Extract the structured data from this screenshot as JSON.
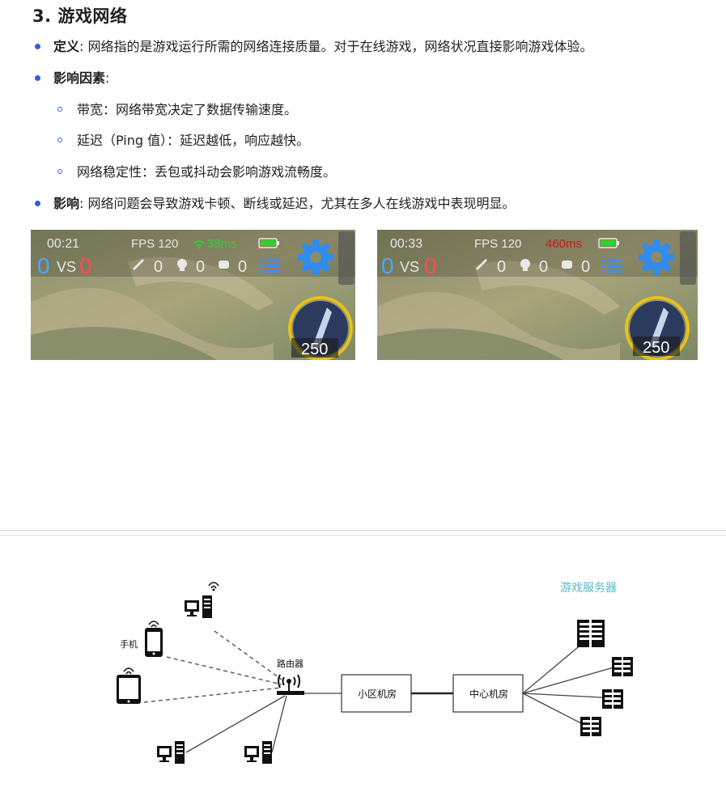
{
  "section": {
    "title": "3. 游戏网络"
  },
  "items": [
    {
      "label": "定义",
      "sep": ":",
      "text": "网络指的是游戏运行所需的网络连接质量。对于在线游戏，网络状况直接影响游戏体验。"
    },
    {
      "label": "影响因素",
      "sep": ":",
      "text": ""
    },
    {
      "label": "影响",
      "sep": ":",
      "text": "网络问题会导致游戏卡顿、断线或延迟，尤其在多人在线游戏中表现明显。"
    }
  ],
  "subitems": [
    "带宽：网络带宽决定了数据传输速度。",
    "延迟（Ping 值）：延迟越低，响应越快。",
    "网络稳定性：丢包或抖动会影响游戏流畅度。"
  ],
  "screenshots": [
    {
      "time": "00:21",
      "score_left": "0",
      "vs": "VS",
      "score_right": "0",
      "fps": "FPS 120",
      "ping": "38ms",
      "ping_color": "#2fd12f",
      "stat1": "0",
      "stat2": "0",
      "stat3": "0",
      "gold": "250"
    },
    {
      "time": "00:33",
      "score_left": "0",
      "vs": "VS",
      "score_right": "0",
      "fps": "FPS 120",
      "ping": "460ms",
      "ping_color": "#d11a1a",
      "stat1": "0",
      "stat2": "0",
      "stat3": "0",
      "gold": "250"
    }
  ],
  "diagram": {
    "server_label": "游戏服务器",
    "phone_label": "手机",
    "router_label": "路由器",
    "node1": "小区机房",
    "node2": "中心机房"
  },
  "colors": {
    "accent": "#2f5fd8",
    "server_label": "#5fb6c9"
  }
}
